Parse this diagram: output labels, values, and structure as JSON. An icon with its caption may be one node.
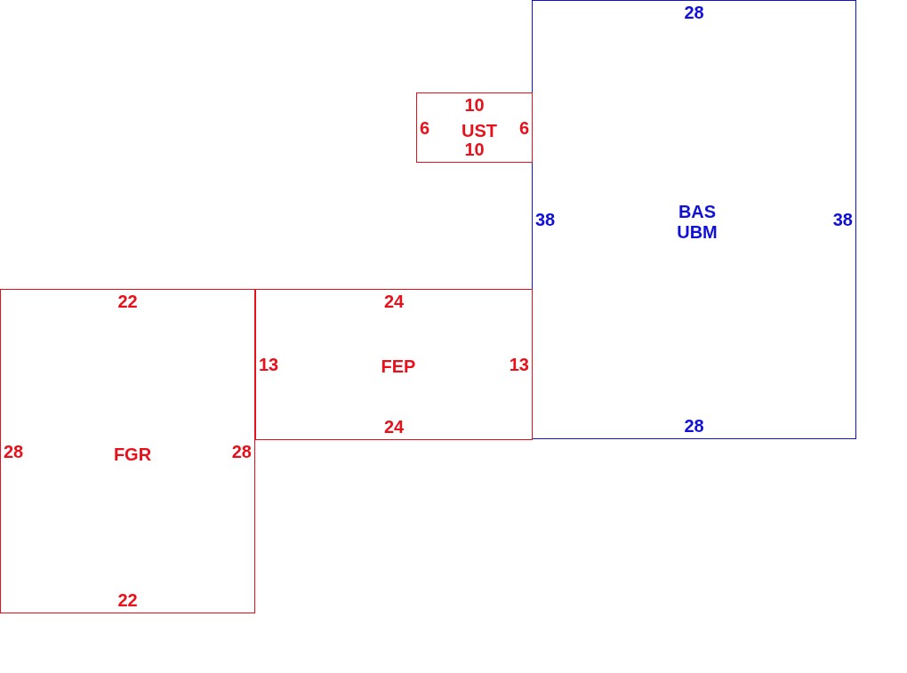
{
  "diagram": {
    "nodes": [
      {
        "text": [
          "28",
          "38",
          "BAS UBM",
          "38",
          "28"
        ]
      },
      {
        "text": [
          "10",
          "6",
          "UST",
          "6",
          "10"
        ]
      },
      {
        "text": [
          "22",
          "28",
          "FGR",
          "28",
          "22"
        ]
      },
      {
        "text": [
          "24",
          "13",
          "FEP",
          "13",
          "24"
        ]
      }
    ]
  }
}
